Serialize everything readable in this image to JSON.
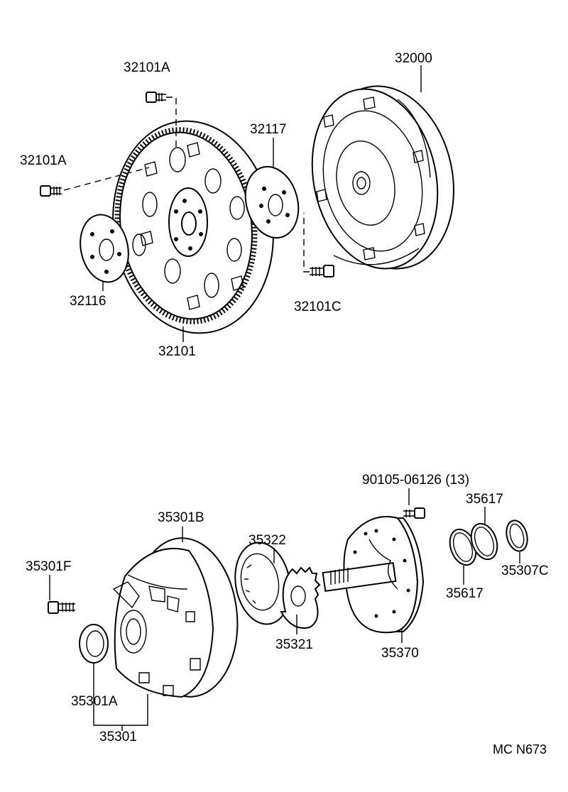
{
  "diagram": {
    "code": "MC N673",
    "labels": {
      "p32101A_top": "32101A",
      "p32101A_left": "32101A",
      "p32000": "32000",
      "p32117": "32117",
      "p32116": "32116",
      "p32101C": "32101C",
      "p32101": "32101",
      "p90105": "90105-06126 (13)",
      "p35617_top": "35617",
      "p35617_bottom": "35617",
      "p35307C": "35307C",
      "p35301B": "35301B",
      "p35322": "35322",
      "p35301F": "35301F",
      "p35321": "35321",
      "p35370": "35370",
      "p35301A": "35301A",
      "p35301": "35301"
    }
  }
}
